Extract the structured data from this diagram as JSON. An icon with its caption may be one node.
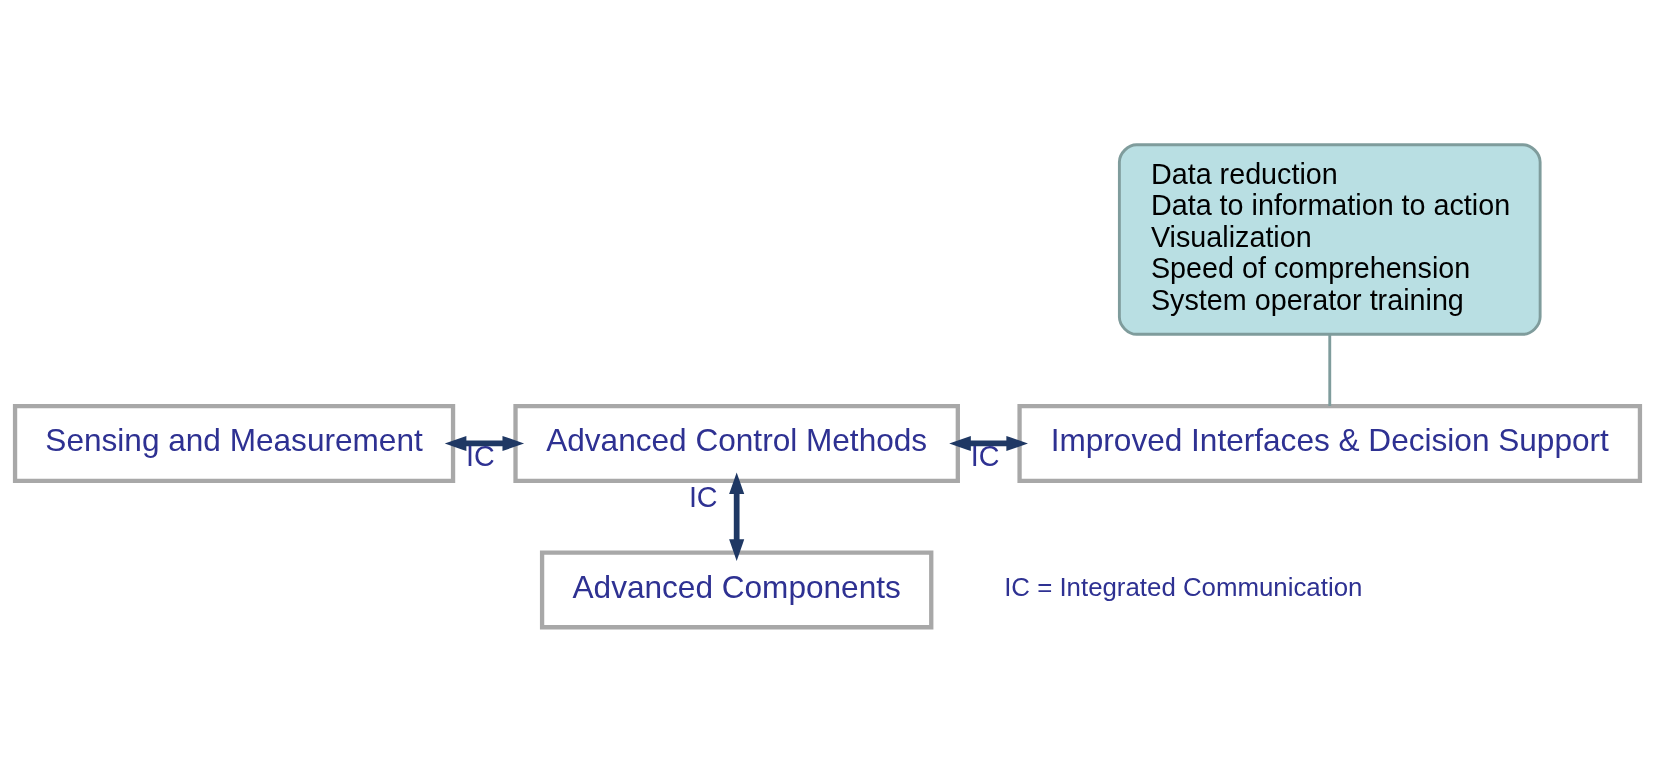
{
  "diagram": {
    "nodes": [
      {
        "text": [
          "Data reduction",
          "Data to information to action",
          "Visualization",
          "Speed of comprehension",
          "System operator training"
        ]
      },
      {
        "text": [
          "Sensing and Measurement"
        ]
      },
      {
        "text": [
          "Advanced Control Methods"
        ]
      },
      {
        "text": [
          "Improved Interfaces & Decision Support"
        ]
      },
      {
        "text": [
          "Advanced Components"
        ]
      }
    ],
    "edges": [
      {
        "from": 1,
        "to": 2,
        "arrow": "both",
        "label": "IC"
      },
      {
        "from": 2,
        "to": 3,
        "arrow": "both",
        "label": "IC"
      },
      {
        "from": 2,
        "to": 4,
        "arrow": "both",
        "label": "IC"
      },
      {
        "from": 0,
        "to": 3,
        "arrow": "none",
        "color": "#7f9c9c"
      }
    ],
    "labels": [
      "IC = Integrated Communication"
    ]
  }
}
